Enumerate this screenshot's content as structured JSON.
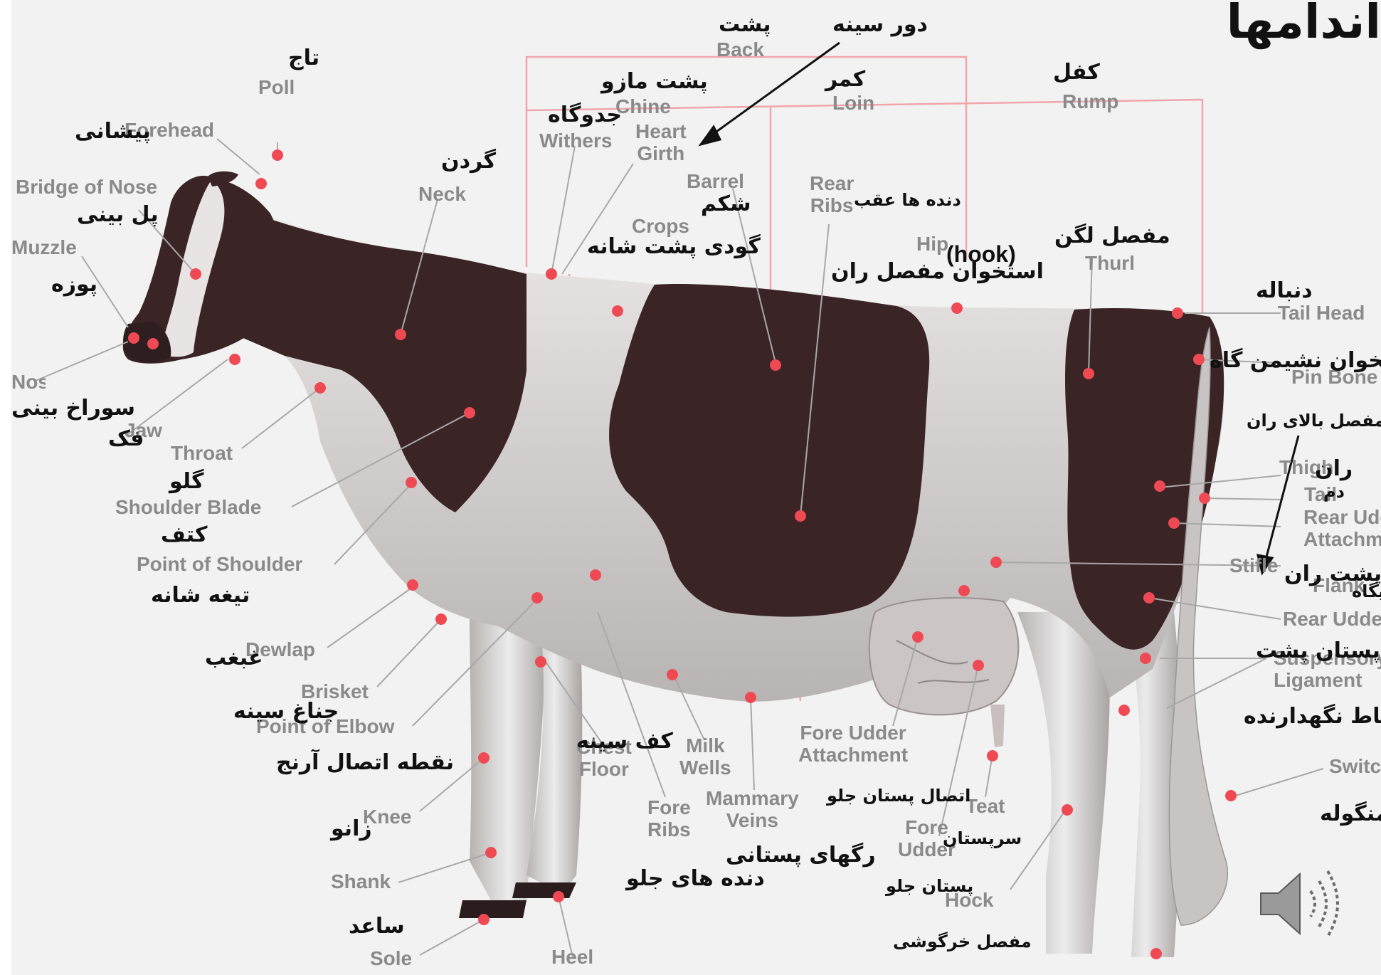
{
  "title": "اندامها",
  "labels": {
    "poll": "Poll",
    "poll_fa": "تاج",
    "forehead": "Forehead",
    "forehead_fa": "پیشانی",
    "bridge_of_nose": "Bridge of Nose",
    "bridge_of_nose_fa": "پل بینی",
    "muzzle": "Muzzle",
    "muzzle_fa": "پوزه",
    "nostril": "Nostril",
    "nostril_fa": "سوراخ بینی",
    "jaw": "Jaw",
    "jaw_fa": "فک",
    "throat": "Throat",
    "throat_fa": "گلو",
    "shoulder_blade": "Shoulder Blade",
    "shoulder_blade_fa": "کتف",
    "point_of_shoulder": "Point of Shoulder",
    "point_of_shoulder_fa": "تیغه شانه",
    "dewlap": "Dewlap",
    "dewlap_fa": "غبغب",
    "brisket": "Brisket",
    "brisket_fa": "جناغ سینه",
    "point_of_elbow": "Point of Elbow",
    "point_of_elbow_fa": "نقطه اتصال آرنج",
    "knee": "Knee",
    "knee_fa": "زانو",
    "shank": "Shank",
    "shank_fa": "ساعد",
    "sole": "Sole",
    "heel": "Heel",
    "neck": "Neck",
    "neck_fa": "گردن",
    "withers": "Withers",
    "withers_fa": "جدوگاه",
    "back": "Back",
    "back_fa": "پشت",
    "chine": "Chine",
    "chine_fa": "پشت مازو",
    "heart_girth": "Heart\nGirth",
    "heart_girth_fa": "دور سینه",
    "loin": "Loin",
    "loin_fa": "کمر",
    "rump": "Rump",
    "rump_fa": "کفل",
    "barrel": "Barrel",
    "barrel_fa": "شکم",
    "crops": "Crops",
    "crops_fa": "گودی پشت شانه",
    "rear_ribs": "Rear\nRibs",
    "rear_ribs_fa": "دنده ها عقب",
    "hip": "Hip",
    "hook": "(hook)",
    "hip_fa": "استخوان مفصل ران",
    "thurl": "Thurl",
    "thurl_fa": "مفصل لگن",
    "tail_head": "Tail Head",
    "tail_head_fa": "دنباله",
    "pin_bone": "Pin Bone",
    "pin_bone_fa": "استخوان نشیمن گاه",
    "thigh": "Thigh",
    "thigh_fa": "ران",
    "thigh_upper_fa": "مفصل بالای ران",
    "tail": "Tail",
    "tail_fa": "دم",
    "rear_udder_attach": "Rear Udder\nAttachment",
    "stifle": "Stifle",
    "stifle_fa": "پشت ران",
    "flank": "Flank",
    "flank_fa": "تهیگاه",
    "rear_udder": "Rear Udder",
    "rear_udder_fa": "پستان پشت",
    "suspensory": "Suspensory\nLigament",
    "suspensory_fa": "رباط نگهدارنده",
    "switch": "Switch",
    "switch_fa": "منگوله",
    "chest_floor": "Chest\nFloor",
    "chest_floor_fa": "کف سینه",
    "milk_wells": "Milk\nWells",
    "fore_ribs": "Fore\nRibs",
    "fore_ribs_fa": "دنده های جلو",
    "mammary_veins": "Mammary\nVeins",
    "mammary_veins_fa": "رگهای پستانی",
    "fore_udder_attach": "Fore Udder\nAttachment",
    "fore_udder_attach_fa": "اتصال پستان جلو",
    "teat": "Teat",
    "teat_fa": "سرپستان",
    "fore_udder": "Fore\nUdder",
    "fore_udder_fa": "پستان جلو",
    "hock": "Hock",
    "hock_fa": "مفصل خرگوشی"
  },
  "colors": {
    "background": "#f2f2f2",
    "cow_black": "#3a2426",
    "cow_white": "#e6e3e3",
    "point": "#ef4a54",
    "bracket": "#f0a5ac",
    "label_en": "#8a8a8a",
    "label_fa": "#111111"
  },
  "speaker_icon": "speaker-icon"
}
